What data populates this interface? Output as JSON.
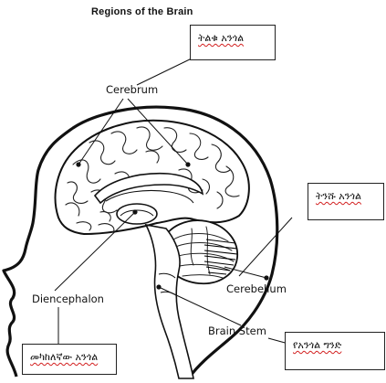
{
  "title": "Regions of the Brain",
  "labels": {
    "cerebrum": "Cerebrum",
    "diencephalon": "Diencephalon",
    "cerebellum": "Cerebellum",
    "brain_stem": "Brain Stem"
  },
  "translation_boxes": {
    "cerebrum": "ትልቁ አንጎል",
    "cerebellum": "ትንሹ አንጎል",
    "diencephalon": "መካከለኛው አንጎል",
    "brain_stem": "የአንጎል ግንድ"
  },
  "colors": {
    "line": "#111111",
    "box_border": "#222222",
    "spellcheck_underline": "#d22020"
  }
}
